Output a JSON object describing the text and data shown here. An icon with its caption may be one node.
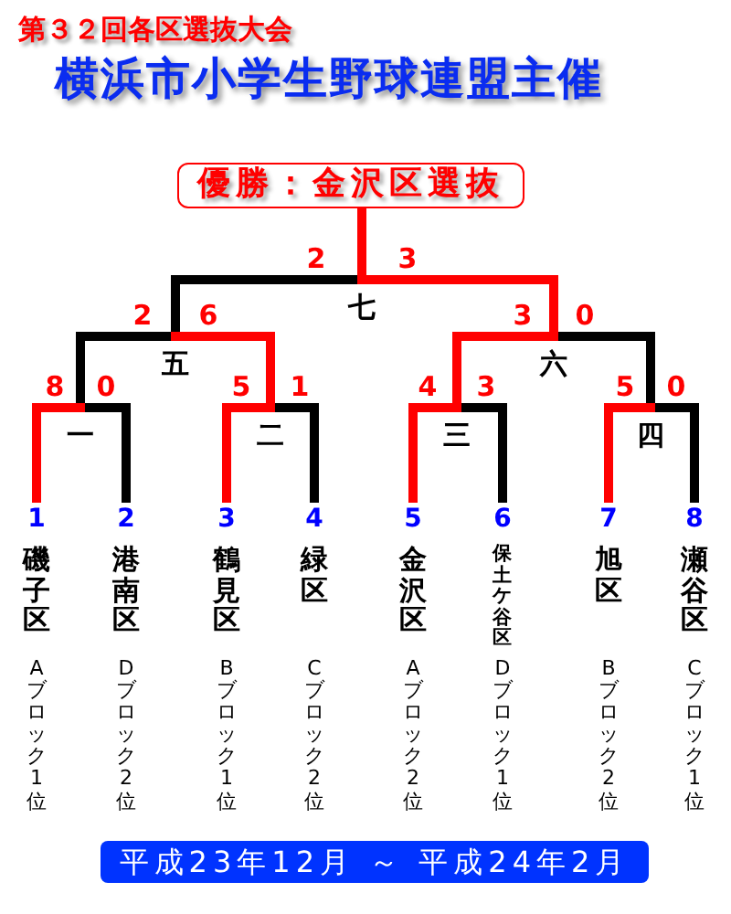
{
  "diagram": {
    "title": "第３２回各区選抜大会",
    "nodes": [
      {
        "text": [
          "優勝：金沢区選抜"
        ]
      },
      {
        "text": [
          "七"
        ]
      },
      {
        "text": [
          "五"
        ]
      },
      {
        "text": [
          "六"
        ]
      },
      {
        "text": [
          "一"
        ]
      },
      {
        "text": [
          "二"
        ]
      },
      {
        "text": [
          "三"
        ]
      },
      {
        "text": [
          "四"
        ]
      },
      {
        "text": [
          "1",
          "磯子区",
          "Aブロック1位"
        ]
      },
      {
        "text": [
          "2",
          "港南区",
          "Dブロック2位"
        ]
      },
      {
        "text": [
          "3",
          "鶴見区",
          "Bブロック1位"
        ]
      },
      {
        "text": [
          "4",
          "緑区",
          "Cブロック2位"
        ]
      },
      {
        "text": [
          "5",
          "金沢区",
          "Aブロック2位"
        ]
      },
      {
        "text": [
          "6",
          "保土ケ谷区",
          "Dブロック1位"
        ]
      },
      {
        "text": [
          "7",
          "旭区",
          "Bブロック2位"
        ]
      },
      {
        "text": [
          "8",
          "瀬谷区",
          "Cブロック1位"
        ]
      },
      {
        "text": [
          "平成23年12月 ～ 平成24年2月"
        ]
      }
    ],
    "edges": [
      {
        "from": 8,
        "to": 4,
        "arrow": "none",
        "label": "8"
      },
      {
        "from": 9,
        "to": 4,
        "arrow": "none",
        "label": "0",
        "color": "#000000"
      },
      {
        "from": 10,
        "to": 5,
        "arrow": "none",
        "label": "5"
      },
      {
        "from": 11,
        "to": 5,
        "arrow": "none",
        "label": "1",
        "color": "#000000"
      },
      {
        "from": 12,
        "to": 6,
        "arrow": "none",
        "label": "4"
      },
      {
        "from": 13,
        "to": 6,
        "arrow": "none",
        "label": "3",
        "color": "#000000"
      },
      {
        "from": 14,
        "to": 7,
        "arrow": "none",
        "label": "5"
      },
      {
        "from": 15,
        "to": 7,
        "arrow": "none",
        "label": "0",
        "color": "#000000"
      },
      {
        "from": 4,
        "to": 2,
        "arrow": "none",
        "label": "2",
        "color": "#000000"
      },
      {
        "from": 5,
        "to": 2,
        "arrow": "none",
        "label": "6"
      },
      {
        "from": 6,
        "to": 3,
        "arrow": "none",
        "label": "3"
      },
      {
        "from": 7,
        "to": 3,
        "arrow": "none",
        "label": "0",
        "color": "#000000"
      },
      {
        "from": 2,
        "to": 1,
        "arrow": "none",
        "label": "2",
        "color": "#000000"
      },
      {
        "from": 3,
        "to": 1,
        "arrow": "none",
        "label": "3"
      },
      {
        "from": 1,
        "to": 0,
        "arrow": "none"
      }
    ],
    "labels": [
      "横浜市小学生野球連盟主催"
    ]
  }
}
